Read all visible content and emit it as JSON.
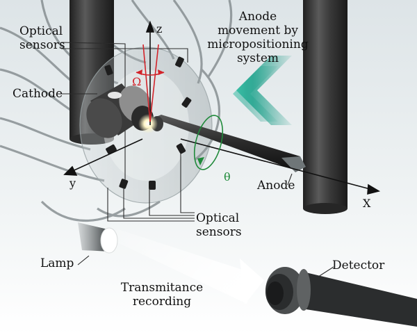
{
  "labels": {
    "optical_sensors_top": [
      "Optical",
      "sensors"
    ],
    "anode_movement": [
      "Anode",
      "movement by",
      "micropositioning",
      "system"
    ],
    "cathode": "Cathode",
    "anode": "Anode",
    "optical_sensors_bottom": [
      "Optical",
      "sensors"
    ],
    "lamp": "Lamp",
    "transmitance": [
      "Transmitance",
      "recording"
    ],
    "detector": "Detector"
  },
  "axes": {
    "x": "X",
    "y": "y",
    "z": "z"
  },
  "angles": {
    "omega": "Ω",
    "theta": "θ"
  },
  "colors": {
    "background_top": "#e9eef0",
    "background_bottom": "#ffffff",
    "pillar": "#3a3a3a",
    "omega_red": "#d2232a",
    "theta_green": "#1f8a3a",
    "arrow_teal": "#22a58f"
  }
}
